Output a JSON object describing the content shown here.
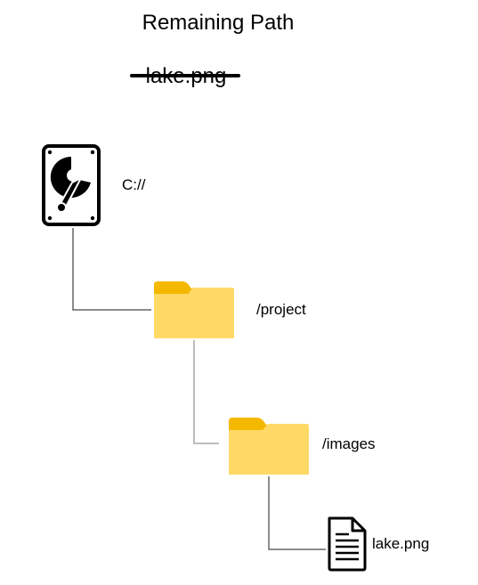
{
  "header": {
    "title": "Remaining Path",
    "remaining_item": "lake.png"
  },
  "tree": {
    "drive": {
      "label": "C://",
      "icon": "hard-drive-icon"
    },
    "project": {
      "label": "/project",
      "icon": "folder-icon"
    },
    "images": {
      "label": "/images",
      "icon": "folder-icon"
    },
    "file": {
      "label": "lake.png",
      "icon": "document-icon"
    }
  },
  "colors": {
    "folder_body": "#FFD966",
    "folder_tab": "#F5B800",
    "connector": "#666666",
    "connector_light": "#A6A6A6"
  }
}
